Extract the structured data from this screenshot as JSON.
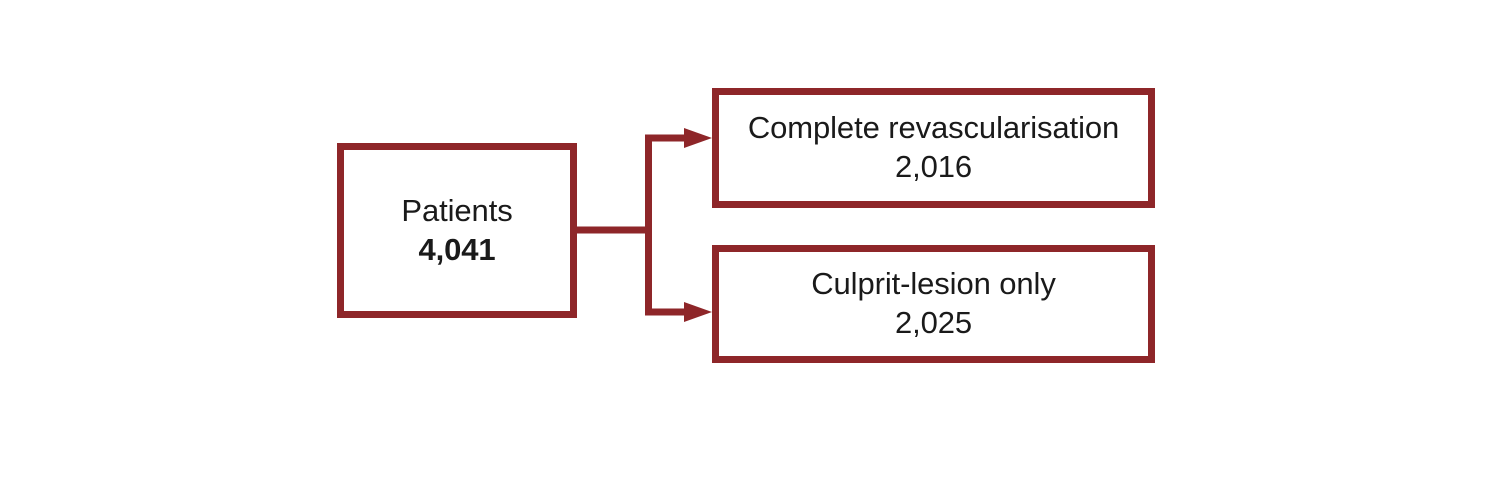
{
  "figure": {
    "type": "flow-diagram",
    "background_color": "#ffffff",
    "accent_color": "#8E2629",
    "text_color": "#1a1a1a",
    "stroke_width": 7
  },
  "nodes": {
    "source": {
      "label": "Patients",
      "value": "4,041",
      "value_bold": true
    },
    "branch_top": {
      "label": "Complete revascularisation",
      "value": "2,016",
      "value_bold": false
    },
    "branch_bottom": {
      "label": "Culprit-lesion only",
      "value": "2,025",
      "value_bold": false
    }
  },
  "connectors": [
    {
      "name": "stem",
      "from": "source",
      "to": "branch-junction",
      "has_arrowhead": false
    },
    {
      "name": "arrow-to-complete-revascularisation",
      "from": "branch-junction",
      "to": "branch_top",
      "has_arrowhead": true
    },
    {
      "name": "arrow-to-culprit-lesion-only",
      "from": "branch-junction",
      "to": "branch_bottom",
      "has_arrowhead": true
    }
  ]
}
